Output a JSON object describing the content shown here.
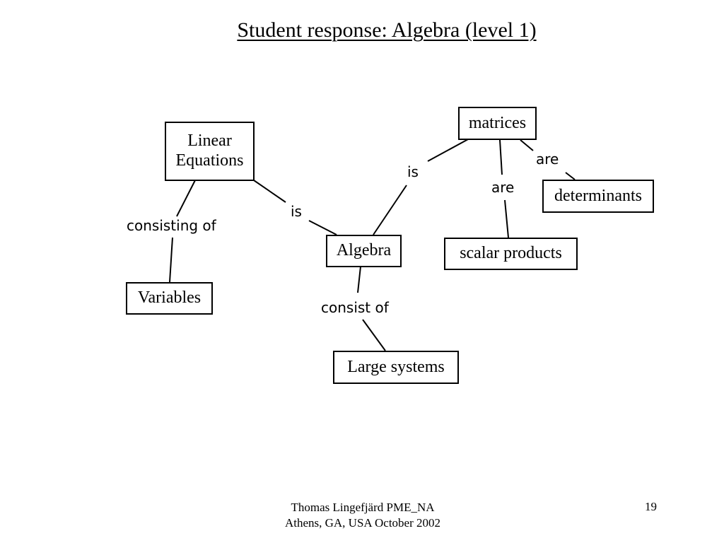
{
  "slide": {
    "title": "Student response: Algebra (level 1)",
    "footer_line1": "Thomas Lingefjärd  PME_NA",
    "footer_line2": "Athens, GA, USA October 2002",
    "page_number": "19"
  },
  "diagram": {
    "nodes": {
      "linear_equations": {
        "line1": "Linear",
        "line2": "Equations"
      },
      "variables": "Variables",
      "algebra": "Algebra",
      "large_systems": "Large systems",
      "matrices": "matrices",
      "determinants": "determinants",
      "scalar_products": "scalar products"
    },
    "links": {
      "consisting_of": "consisting of",
      "is_linear_algebra": "is",
      "is_algebra_matrices": "is",
      "consist_of": "consist of",
      "are_scalar": "are",
      "are_determinants": "are"
    }
  }
}
